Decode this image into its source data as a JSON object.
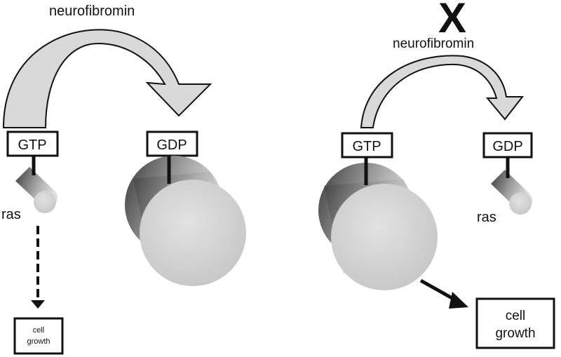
{
  "left_panel": {
    "enzyme_label": "neurofibromin",
    "gtp_label": "GTP",
    "gdp_label": "GDP",
    "ras_label": "ras",
    "outcome_line1": "cell",
    "outcome_line2": "growth"
  },
  "right_panel": {
    "enzyme_label": "neurofibromin",
    "blocked_mark": "X",
    "gtp_label": "GTP",
    "gdp_label": "GDP",
    "ras_label": "ras",
    "outcome_line1": "cell",
    "outcome_line2": "growth"
  },
  "colors": {
    "arrow_fill": "#d9d9d9",
    "stroke": "#111111"
  }
}
